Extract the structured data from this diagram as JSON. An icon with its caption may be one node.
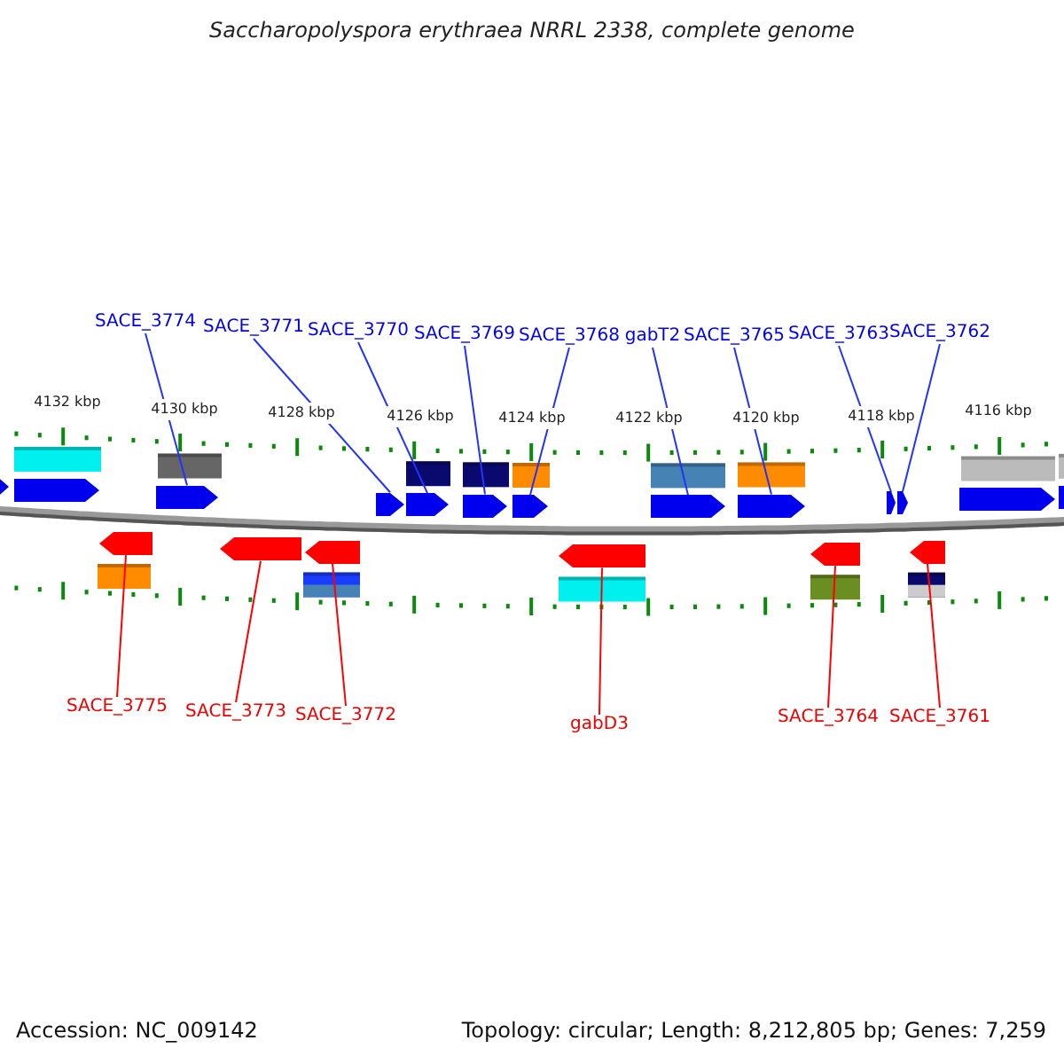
{
  "diagram": {
    "title": "Saccharopolyspora erythraea NRRL 2338, complete genome",
    "nodes": [
      {
        "text": [
          "SACE_3774"
        ]
      },
      {
        "text": [
          "SACE_3771"
        ]
      },
      {
        "text": [
          "SACE_3770"
        ]
      },
      {
        "text": [
          "SACE_3769"
        ]
      },
      {
        "text": [
          "SACE_3768"
        ]
      },
      {
        "text": [
          "gabT2"
        ]
      },
      {
        "text": [
          "SACE_3765"
        ]
      },
      {
        "text": [
          "SACE_3763"
        ]
      },
      {
        "text": [
          "SACE_3762"
        ]
      },
      {
        "text": [],
        "shape": "pentagon"
      },
      {
        "text": [],
        "shape": "pentagon"
      },
      {
        "text": [],
        "shape": "pentagon"
      },
      {
        "text": [],
        "shape": "pentagon"
      },
      {
        "text": [],
        "shape": "pentagon"
      },
      {
        "text": [],
        "shape": "pentagon"
      },
      {
        "text": [],
        "shape": "pentagon"
      },
      {
        "text": [],
        "shape": "pentagon"
      },
      {
        "text": [],
        "shape": "pentagon"
      },
      {
        "text": [],
        "shape": "pentagon"
      },
      {
        "text": [],
        "shape": "pentagon"
      },
      {
        "text": [],
        "shape": "pentagon"
      },
      {
        "text": [],
        "shape": "pentagon"
      },
      {
        "text": [],
        "shape": "pentagon"
      },
      {
        "text": [],
        "shape": "pentagon"
      },
      {
        "text": [
          "SACE_3775"
        ]
      },
      {
        "text": [
          "SACE_3773"
        ]
      },
      {
        "text": [
          "SACE_3772"
        ]
      },
      {
        "text": [
          "gabD3"
        ]
      },
      {
        "text": [
          "SACE_3764"
        ]
      },
      {
        "text": [
          "SACE_3761"
        ]
      },
      {
        "text": [],
        "shape": "pentagon"
      },
      {
        "text": [],
        "shape": "pentagon"
      },
      {
        "text": [],
        "shape": "pentagon"
      },
      {
        "text": [],
        "shape": "pentagon"
      }
    ],
    "edges": [
      {
        "from": 0,
        "to": 9,
        "arrow": "none"
      },
      {
        "from": 1,
        "to": 10,
        "arrow": "none"
      },
      {
        "from": 2,
        "to": 11,
        "arrow": "none"
      },
      {
        "from": 3,
        "to": 12,
        "arrow": "none"
      },
      {
        "from": 4,
        "to": 13,
        "arrow": "none"
      },
      {
        "from": 5,
        "to": 14,
        "arrow": "none"
      },
      {
        "from": 6,
        "to": 15,
        "arrow": "none"
      },
      {
        "from": 7,
        "to": 16,
        "arrow": "none"
      },
      {
        "from": 8,
        "to": 17,
        "arrow": "none"
      },
      {
        "from": 24,
        "to": 18,
        "arrow": "none",
        "color": "#ff0000"
      },
      {
        "from": 25,
        "to": 19,
        "arrow": "none",
        "color": "#ff0000"
      },
      {
        "from": 26,
        "to": 20,
        "arrow": "none",
        "color": "#ff0000"
      },
      {
        "from": 27,
        "to": 21,
        "arrow": "none",
        "color": "#ff0000"
      },
      {
        "from": 28,
        "to": 22,
        "arrow": "none",
        "color": "#ff0000"
      },
      {
        "from": 29,
        "to": 23,
        "arrow": "none",
        "color": "#ff0000"
      }
    ],
    "labels": [
      "4132 kbp",
      "4130 kbp",
      "4128 kbp",
      "4126 kbp",
      "4124 kbp",
      "4122 kbp",
      "4120 kbp",
      "4118 kbp",
      "4116 kbp",
      "Accession: NC_009142",
      "Topology: circular; Length: 8,212,805 bp; Genes: 7,259"
    ]
  }
}
